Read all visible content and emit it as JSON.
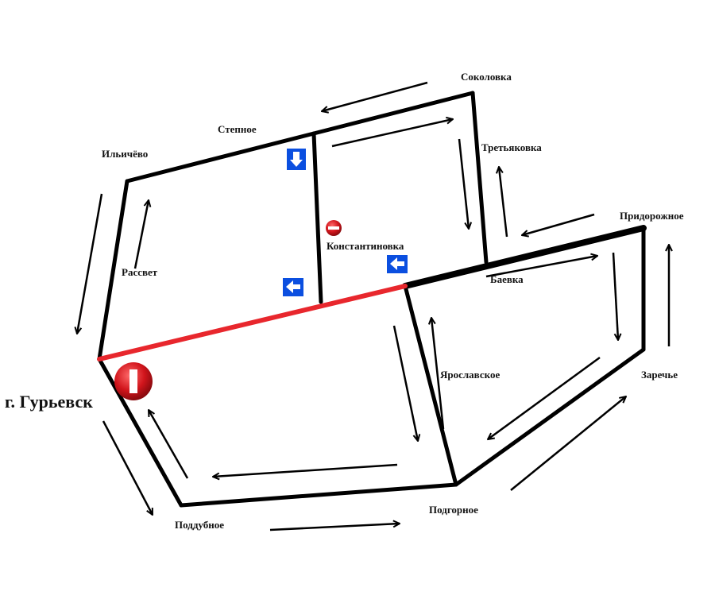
{
  "colors": {
    "road": "#000000",
    "closed_road": "#e8272d",
    "sign_blue": "#0b4fe0",
    "sign_red": "#c8141b"
  },
  "city": {
    "name": "г. Гурьевск"
  },
  "settlements": {
    "sokolovka": "Соколовка",
    "stepnoe": "Степное",
    "ilichevo": "Ильичёво",
    "tretyakovka": "Третьяковка",
    "pridorozhnoe": "Придорожное",
    "konstantinovka": "Константиновка",
    "rassvet": "Рассвет",
    "baevka": "Баевка",
    "yaroslavskoe": "Ярославское",
    "zarechye": "Заречье",
    "poddubnoe": "Поддубное",
    "podgornoe": "Подгорное"
  },
  "signs": {
    "one_way_down": "arrow-down-sign-icon",
    "one_way_left": "arrow-left-sign-icon",
    "no_entry": "no-entry-sign-icon",
    "city_no_entry": "no-entry-sign-icon"
  }
}
